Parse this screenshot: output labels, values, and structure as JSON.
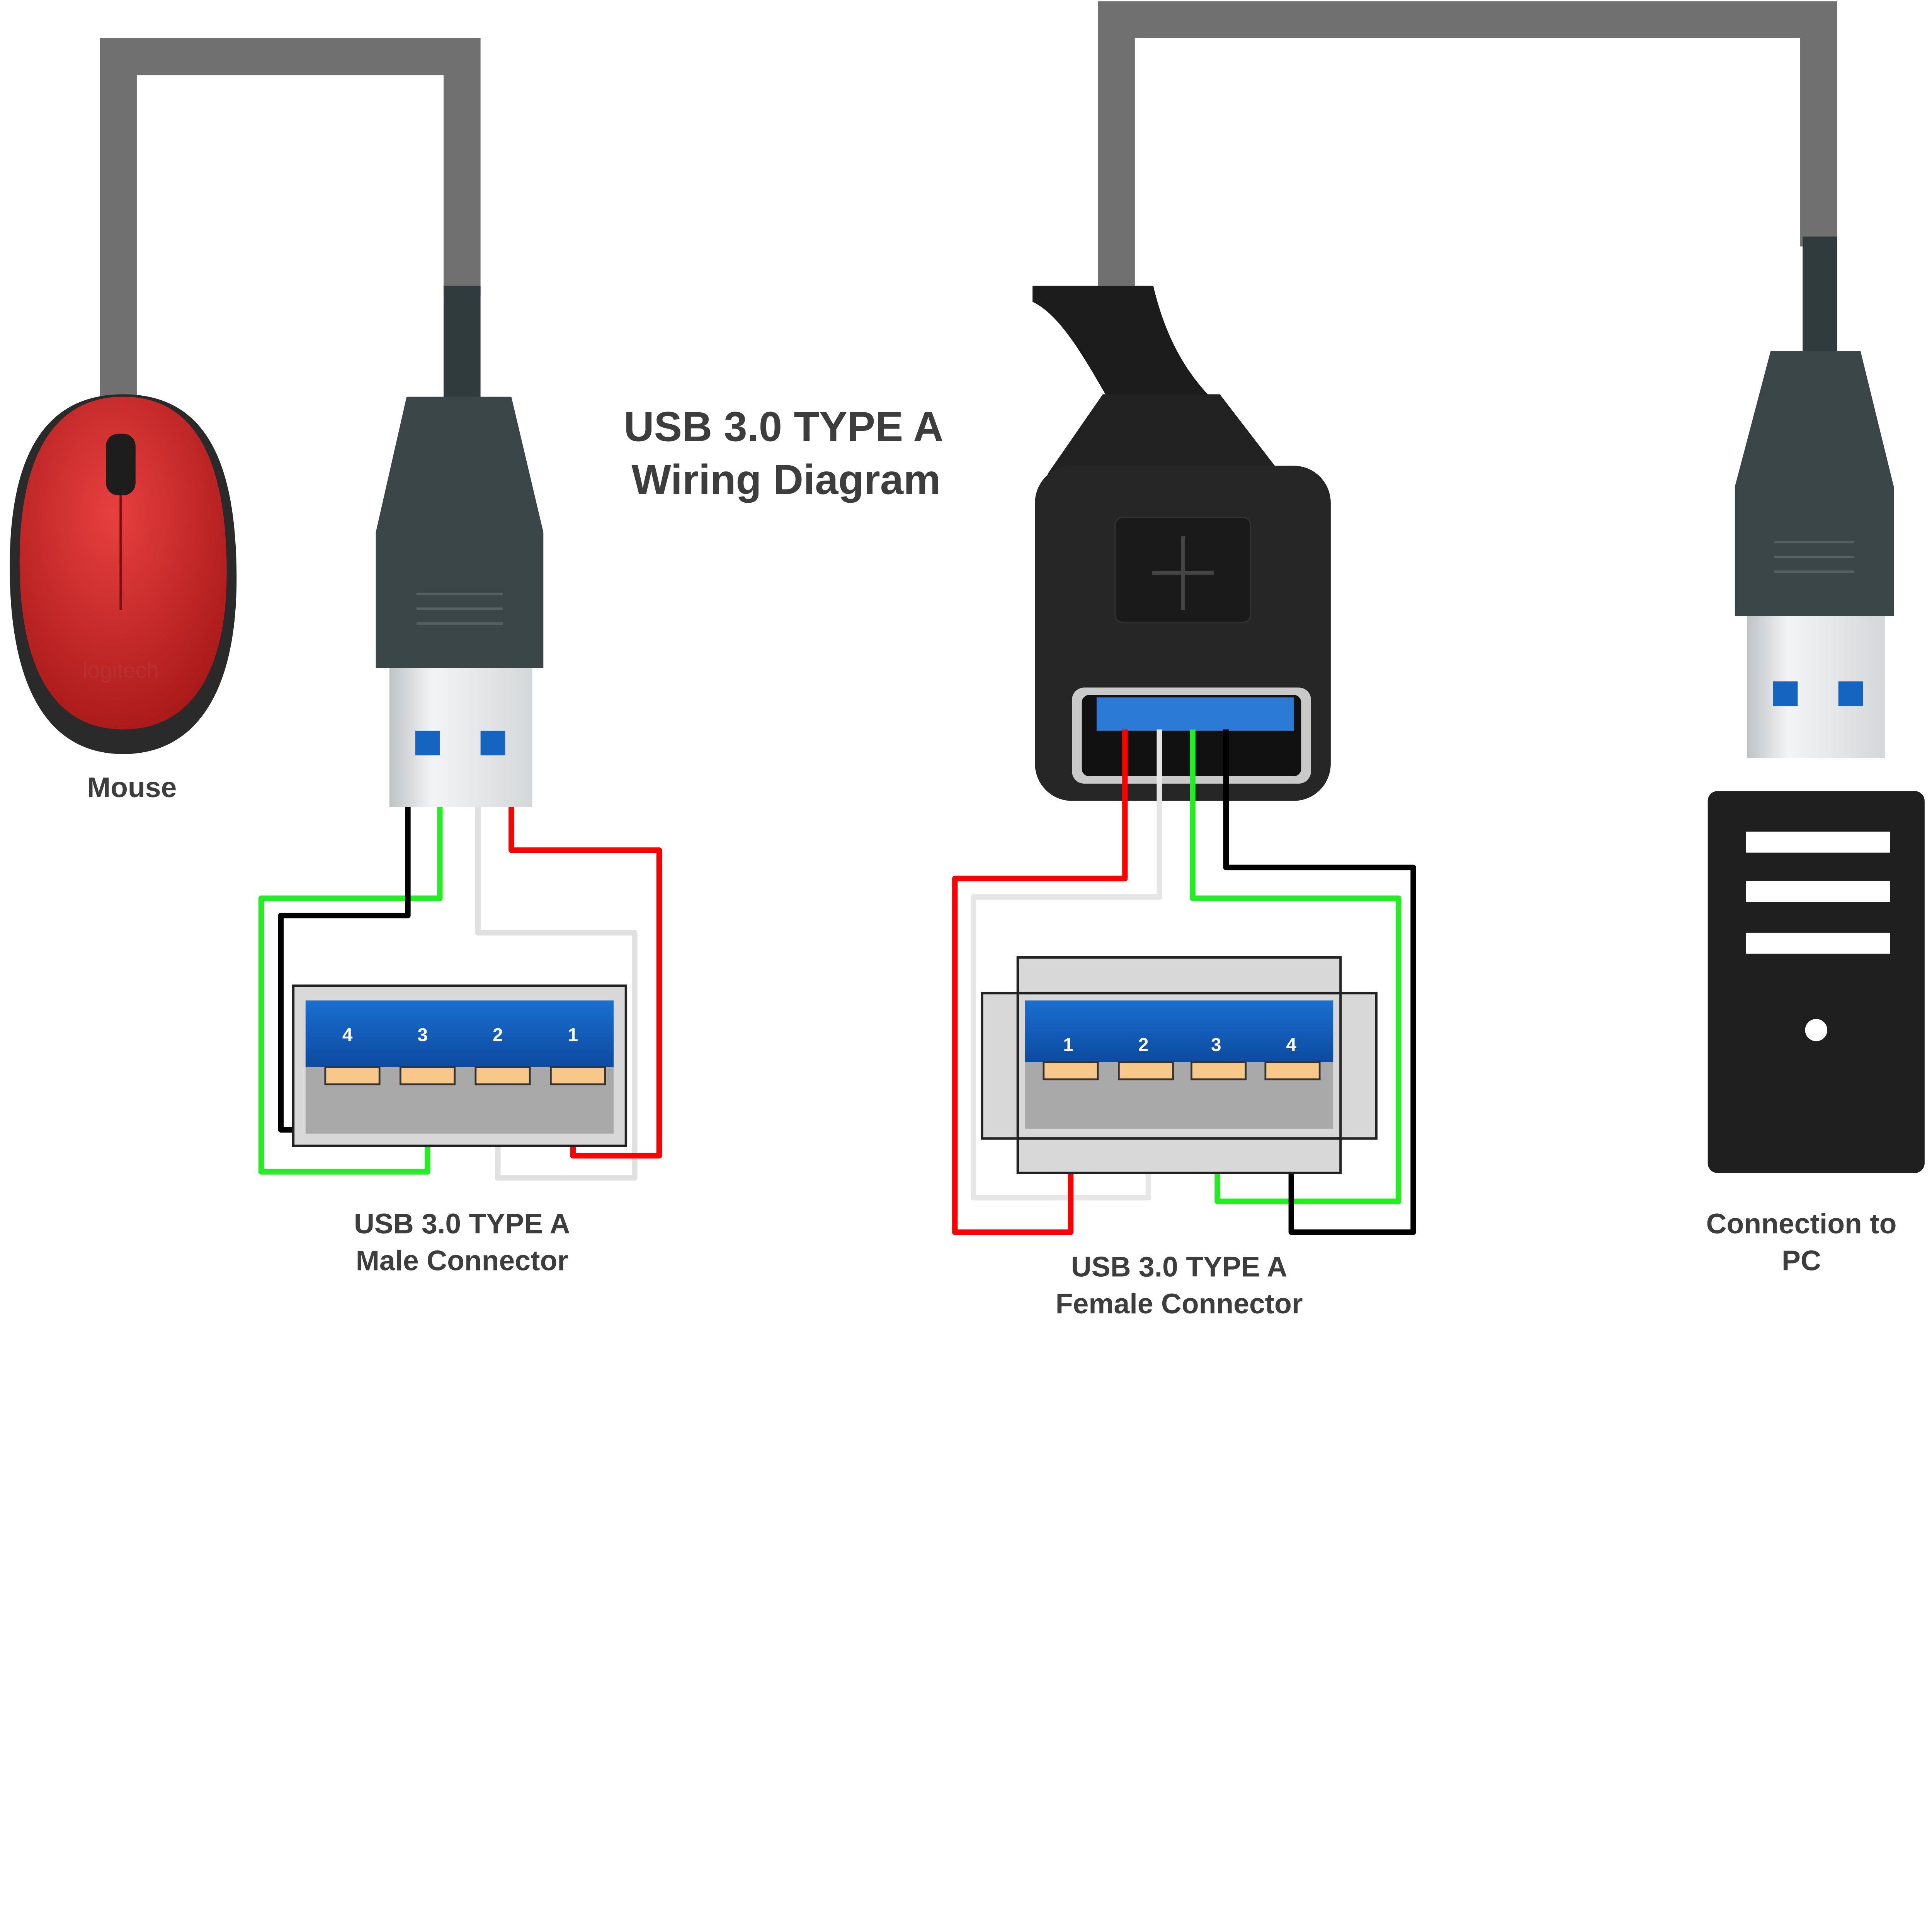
{
  "title": {
    "line1": "USB 3.0 TYPE A",
    "line2": "Wiring Diagram"
  },
  "mouse": {
    "label": "Mouse",
    "logo_text": "logitech"
  },
  "male": {
    "line1": "USB 3.0 TYPE A",
    "line2": "Male Connector",
    "pins": [
      "4",
      "3",
      "2",
      "1"
    ]
  },
  "female": {
    "line1": "USB 3.0 TYPE A",
    "line2": "Female Connector",
    "pins": [
      "1",
      "2",
      "3",
      "4"
    ]
  },
  "pc": {
    "line1": "Connection to",
    "line2": "PC"
  },
  "colors": {
    "cable": "#707070",
    "plug": "#3a4648",
    "usb_blue": "#1565c0",
    "wire_red": "#ff0000",
    "wire_white": "#e6e6e6",
    "wire_green": "#22ee22",
    "wire_black": "#000000",
    "pc": "#1f1f1f",
    "mouse": "#d42a2a"
  }
}
